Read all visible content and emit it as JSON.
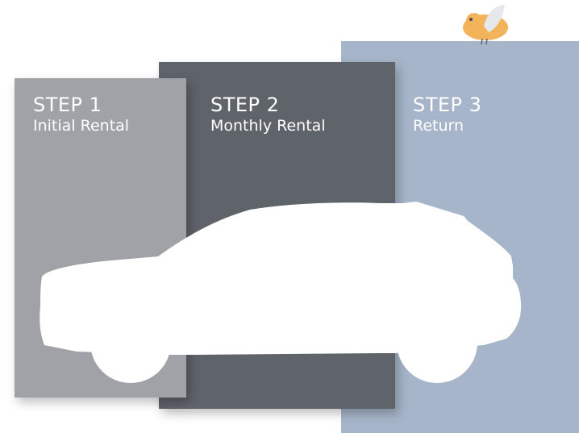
{
  "steps": [
    {
      "title": "STEP 1",
      "subtitle": "Initial Rental",
      "color": "#a0a2a7"
    },
    {
      "title": "STEP 2",
      "subtitle": "Monthly Rental",
      "color": "#5f636a"
    },
    {
      "title": "STEP 3",
      "subtitle": "Return",
      "color": "#a6b5c9"
    }
  ],
  "illustrations": {
    "car": "car-silhouette-icon",
    "bird": "bird-icon"
  },
  "colors": {
    "car": "#ffffff",
    "bird_body": "#f2b35a",
    "bird_wing": "#e6e8ec"
  }
}
